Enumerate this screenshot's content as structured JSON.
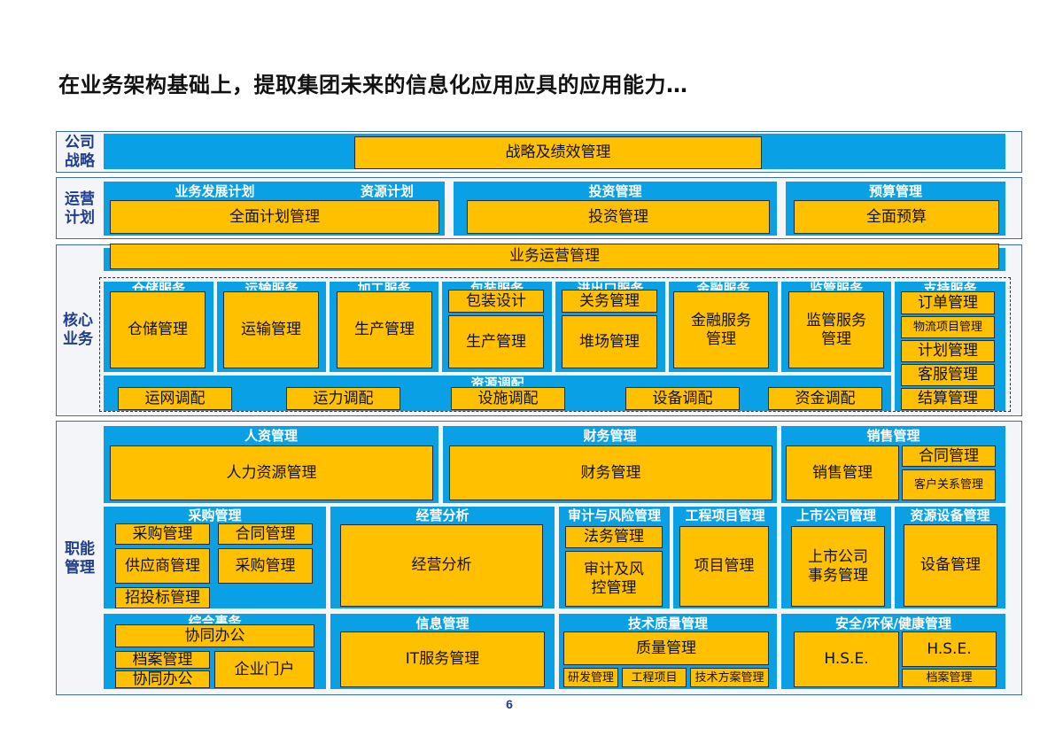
{
  "title": "在业务架构基础上，提取集团未来的信息化应用应具的应用能力…",
  "page_number": "6",
  "sections": {
    "strategy": "公司\n战略",
    "operations": "运营\n计划",
    "core": "核心\n业务",
    "functional": "职能\n管理"
  },
  "strategy": {
    "box": "战略及绩效管理"
  },
  "operations": {
    "headers": [
      "业务发展计划",
      "资源计划",
      "投资管理",
      "预算管理"
    ],
    "boxes": [
      "全面计划管理",
      "投资管理",
      "全面预算"
    ]
  },
  "core": {
    "top_box": "业务运营管理",
    "headers": [
      "仓储服务",
      "运输服务",
      "加工服务",
      "包装服务",
      "进出口服务",
      "金融服务",
      "监管服务",
      "支持服务"
    ],
    "boxes": {
      "warehouse": "仓储管理",
      "transport": "运输管理",
      "production": "生产管理",
      "package_design": "包装设计",
      "package_production": "生产管理",
      "customs": "关务管理",
      "yard": "堆场管理",
      "finance": "金融服务\n管理",
      "supervision": "监管服务\n管理",
      "order": "订单管理",
      "logistics_project": "物流项目管理",
      "plan": "计划管理",
      "customer_service": "客服管理",
      "settlement": "结算管理"
    },
    "resource_header": "资源调配",
    "resource_boxes": [
      "运网调配",
      "运力调配",
      "设施调配",
      "设备调配",
      "资金调配"
    ]
  },
  "functional": {
    "headers": {
      "hr": "人资管理",
      "finance": "财务管理",
      "sales": "销售管理",
      "purchase": "采购管理",
      "analysis": "经营分析",
      "audit": "审计与风险管理",
      "engineering": "工程项目管理",
      "listed": "上市公司管理",
      "equipment": "资源设备管理",
      "general": "综合事务",
      "it": "信息管理",
      "tech": "技术质量管理",
      "hse": "安全/环保/健康管理"
    },
    "boxes": {
      "hr": "人力资源管理",
      "finance": "财务管理",
      "sales": "销售管理",
      "contract_sales": "合同管理",
      "crm": "客户关系管理",
      "purchase1": "采购管理",
      "contract": "合同管理",
      "supplier": "供应商管理",
      "purchase2": "采购管理",
      "bidding": "招投标管理",
      "analysis": "经营分析",
      "legal": "法务管理",
      "audit": "审计及风\n控管理",
      "project": "项目管理",
      "listed": "上市公司\n事务管理",
      "equipment": "设备管理",
      "collab1": "协同办公",
      "archive": "档案管理",
      "collab2": "协同办公",
      "portal": "企业门户",
      "it_service": "IT服务管理",
      "quality": "质量管理",
      "rd": "研发管理",
      "eng_project": "工程项目",
      "tech_plan": "技术方案管理",
      "hse1": "H.S.E.",
      "hse2": "H.S.E.",
      "hse_archive": "档案管理"
    }
  }
}
